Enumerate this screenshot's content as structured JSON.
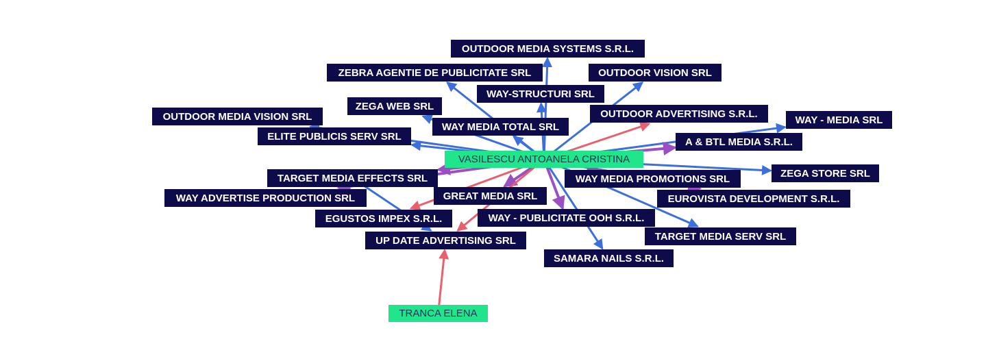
{
  "colors": {
    "company_bg": "#0e0b4a",
    "company_text": "#ffffff",
    "person_bg": "#20e58a",
    "person_text": "#17305c",
    "edge_blue": "#3d6fdc",
    "edge_red": "#e8606c",
    "edge_purple": "#9b4fc2"
  },
  "nodes": [
    {
      "id": "vasilescu",
      "type": "person",
      "label": "VASILESCU ANTOANELA CRISTINA"
    },
    {
      "id": "tranca",
      "type": "person",
      "label": "TRANCA ELENA"
    },
    {
      "id": "outdoor_media_systems",
      "type": "company",
      "label": "OUTDOOR MEDIA SYSTEMS S.R.L."
    },
    {
      "id": "zebra",
      "type": "company",
      "label": "ZEBRA AGENTIE DE PUBLICITATE SRL"
    },
    {
      "id": "outdoor_vision",
      "type": "company",
      "label": "OUTDOOR VISION SRL"
    },
    {
      "id": "way_structuri",
      "type": "company",
      "label": "WAY-STRUCTURI SRL"
    },
    {
      "id": "zega_web",
      "type": "company",
      "label": "ZEGA WEB SRL"
    },
    {
      "id": "outdoor_advertising",
      "type": "company",
      "label": "OUTDOOR ADVERTISING S.R.L."
    },
    {
      "id": "way_media_srl",
      "type": "company",
      "label": "WAY - MEDIA SRL"
    },
    {
      "id": "outdoor_media_vision",
      "type": "company",
      "label": "OUTDOOR MEDIA VISION SRL"
    },
    {
      "id": "way_media_total",
      "type": "company",
      "label": "WAY MEDIA TOTAL SRL"
    },
    {
      "id": "elite_publicis",
      "type": "company",
      "label": "ELITE PUBLICIS SERV SRL"
    },
    {
      "id": "a_btl",
      "type": "company",
      "label": "A & BTL MEDIA S.R.L."
    },
    {
      "id": "target_media_effects",
      "type": "company",
      "label": "TARGET MEDIA EFFECTS SRL"
    },
    {
      "id": "zega_store",
      "type": "company",
      "label": "ZEGA STORE SRL"
    },
    {
      "id": "way_media_promotions",
      "type": "company",
      "label": "WAY MEDIA PROMOTIONS SRL"
    },
    {
      "id": "way_advertise",
      "type": "company",
      "label": "WAY ADVERTISE PRODUCTION SRL"
    },
    {
      "id": "great_media",
      "type": "company",
      "label": "GREAT MEDIA SRL"
    },
    {
      "id": "eurovista",
      "type": "company",
      "label": "EUROVISTA DEVELOPMENT S.R.L."
    },
    {
      "id": "egustos",
      "type": "company",
      "label": "EGUSTOS IMPEX S.R.L."
    },
    {
      "id": "way_publicitate",
      "type": "company",
      "label": "WAY - PUBLICITATE OOH S.R.L."
    },
    {
      "id": "target_media_serv",
      "type": "company",
      "label": "TARGET MEDIA SERV SRL"
    },
    {
      "id": "up_date",
      "type": "company",
      "label": "UP DATE ADVERTISING SRL"
    },
    {
      "id": "samara",
      "type": "company",
      "label": "SAMARA NAILS S.R.L."
    }
  ],
  "edges": [
    {
      "from": "vasilescu",
      "to": "outdoor_media_systems",
      "color": "blue"
    },
    {
      "from": "vasilescu",
      "to": "zebra",
      "color": "blue"
    },
    {
      "from": "vasilescu",
      "to": "outdoor_vision",
      "color": "blue"
    },
    {
      "from": "vasilescu",
      "to": "way_structuri",
      "color": "blue"
    },
    {
      "from": "vasilescu",
      "to": "zega_web",
      "color": "blue"
    },
    {
      "from": "vasilescu",
      "to": "outdoor_advertising",
      "color": "red"
    },
    {
      "from": "vasilescu",
      "to": "way_media_srl",
      "color": "blue"
    },
    {
      "from": "vasilescu",
      "to": "outdoor_media_vision",
      "color": "blue"
    },
    {
      "from": "vasilescu",
      "to": "way_media_total",
      "color": "blue"
    },
    {
      "from": "vasilescu",
      "to": "elite_publicis",
      "color": "blue"
    },
    {
      "from": "vasilescu",
      "to": "a_btl",
      "color": "purple"
    },
    {
      "from": "vasilescu",
      "to": "target_media_effects",
      "color": "purple"
    },
    {
      "from": "vasilescu",
      "to": "zega_store",
      "color": "blue"
    },
    {
      "from": "vasilescu",
      "to": "way_media_promotions",
      "color": "blue"
    },
    {
      "from": "vasilescu",
      "to": "way_advertise",
      "color": "purple"
    },
    {
      "from": "vasilescu",
      "to": "great_media",
      "color": "purple"
    },
    {
      "from": "vasilescu",
      "to": "eurovista",
      "color": "purple"
    },
    {
      "from": "vasilescu",
      "to": "egustos",
      "color": "red"
    },
    {
      "from": "vasilescu",
      "to": "way_publicitate",
      "color": "purple"
    },
    {
      "from": "vasilescu",
      "to": "target_media_serv",
      "color": "blue"
    },
    {
      "from": "vasilescu",
      "to": "up_date",
      "color": "red"
    },
    {
      "from": "vasilescu",
      "to": "samara",
      "color": "blue"
    },
    {
      "from": "tranca",
      "to": "up_date",
      "color": "red"
    },
    {
      "from": "target_media_effects",
      "to": "up_date",
      "color": "blue"
    }
  ]
}
